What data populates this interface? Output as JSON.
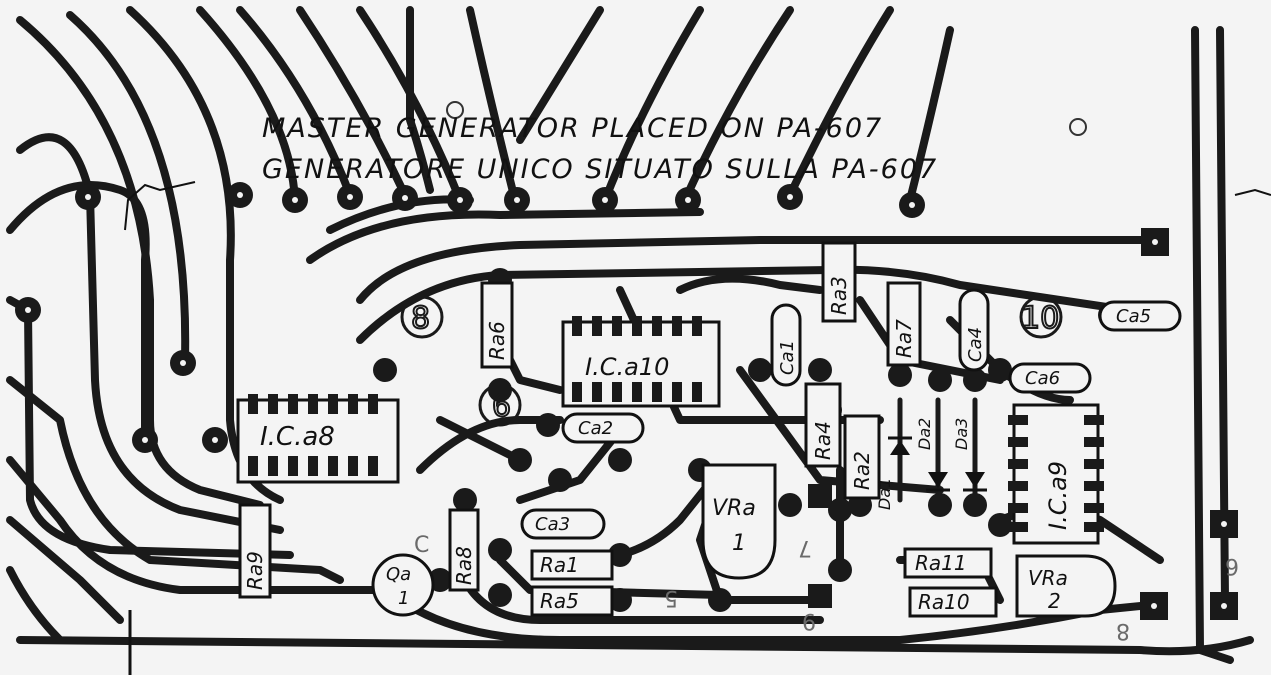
{
  "title": {
    "line1": "MASTER GENERATOR PLACED ON PA-607",
    "line2": "GENERATORE UNICO SITUATO SULLA PA-607"
  },
  "components": {
    "ic8": "I.C.a8",
    "ic10": "I.C.a10",
    "ic9": "I.C.a9",
    "r9": "Ra9",
    "r8": "Ra8",
    "r6": "Ra6",
    "r3": "Ra3",
    "r7": "Ra7",
    "r4": "Ra4",
    "r2": "Ra2",
    "r1": "Ra1",
    "r5": "Ra5",
    "r11": "Ra11",
    "r10": "Ra10",
    "c1": "Ca1",
    "c2": "Ca2",
    "c3": "Ca3",
    "c4": "Ca4",
    "c5": "Ca5",
    "c6": "Ca6",
    "d1": "Da1",
    "d2": "Da2",
    "d3": "Da3",
    "vr1": "VRa",
    "vr1_num": "1",
    "vr2": "VRa",
    "vr2_num": "2",
    "q1": "Qa",
    "q1_num": "1"
  },
  "board_numbers": {
    "n8": "8",
    "n9": "9",
    "n10": "10"
  },
  "ghost_text": {
    "g1": "9",
    "g2": "8",
    "g3": "6",
    "g4": "5",
    "g5": "7",
    "g6": "C"
  }
}
